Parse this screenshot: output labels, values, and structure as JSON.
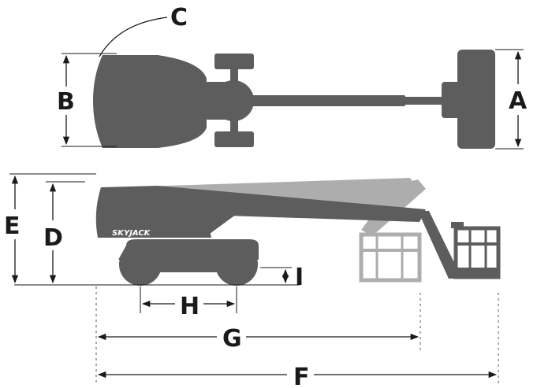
{
  "diagram": {
    "labels": {
      "a": "A",
      "b": "B",
      "c": "C",
      "d": "D",
      "e": "E",
      "f": "F",
      "g": "G",
      "h": "H",
      "i": "I"
    },
    "logo": "SKYJACK"
  },
  "colors": {
    "machine": "#5d5d5d",
    "ghost_boom": "#adadad",
    "lines": "#1a1a1a",
    "background": "#ffffff"
  }
}
